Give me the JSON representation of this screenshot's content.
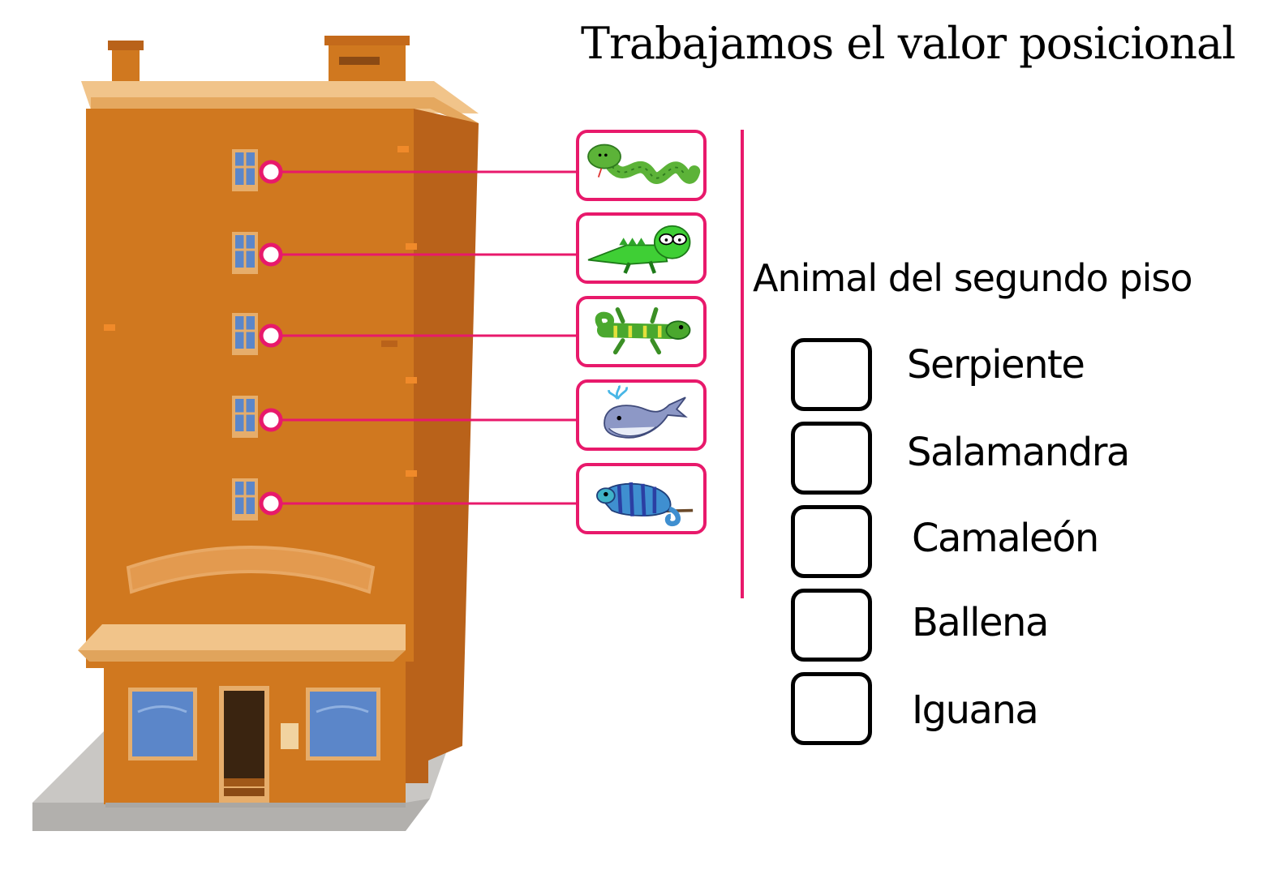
{
  "title": "Trabajamos el valor posicional",
  "question": "Animal del segundo piso",
  "floors": [
    {
      "animal": "snake-icon"
    },
    {
      "animal": "iguana-icon"
    },
    {
      "animal": "salamander-icon"
    },
    {
      "animal": "whale-icon"
    },
    {
      "animal": "chameleon-icon"
    }
  ],
  "options": [
    {
      "label": "Serpiente"
    },
    {
      "label": "Salamandra"
    },
    {
      "label": "Camaleón"
    },
    {
      "label": "Ballena"
    },
    {
      "label": "Iguana"
    }
  ],
  "colors": {
    "accent": "#e8196b",
    "building": "#d0781f",
    "building_side": "#b9621a",
    "roof": "#f1c48a",
    "window_glass": "#5b86c9"
  }
}
